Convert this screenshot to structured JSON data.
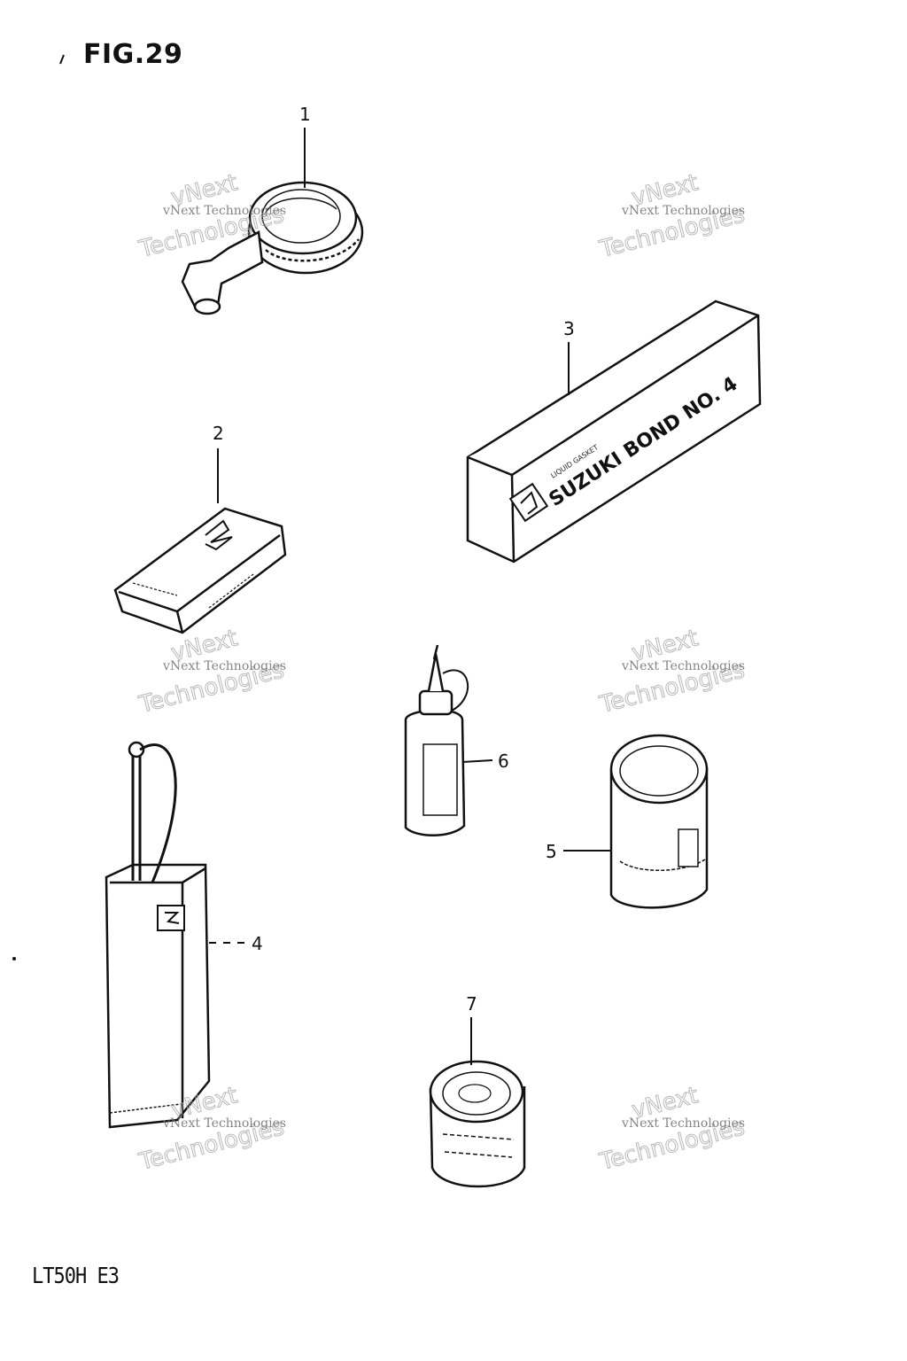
{
  "figure": {
    "title": "FIG.29",
    "model_code": "LT50H E3"
  },
  "callouts": [
    "1",
    "2",
    "3",
    "4",
    "5",
    "6",
    "7"
  ],
  "part_labels": {
    "bond_box_title": "SUZUKI BOND NO. 4",
    "bond_box_subtitle": "LIQUID GASKET"
  },
  "watermarks": {
    "small": "vNext Technologies",
    "big_line1": "vNext",
    "big_line2": "Technologies"
  }
}
